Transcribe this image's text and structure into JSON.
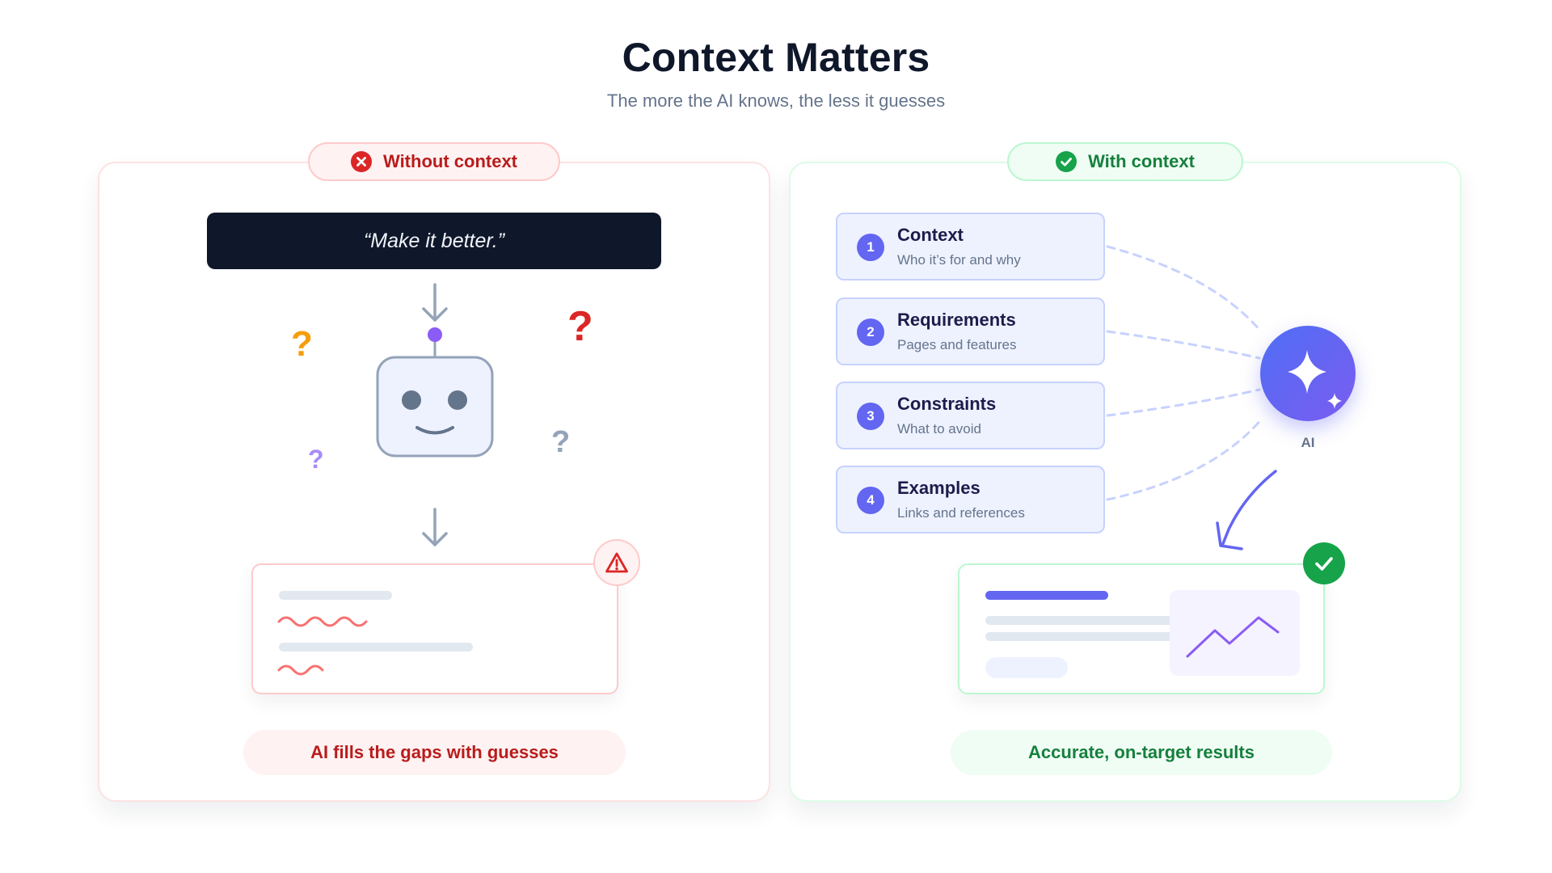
{
  "header": {
    "title": "Context Matters",
    "subtitle": "The more the AI knows, the less it guesses"
  },
  "left_panel": {
    "label": "Without context",
    "prompt": "“Make it better.”",
    "caption": "AI fills the gaps with guesses",
    "question_marks": [
      "?",
      "?",
      "?",
      "?"
    ]
  },
  "right_panel": {
    "label": "With context",
    "steps": [
      {
        "number": "1",
        "title": "Context",
        "subtitle": "Who it’s for and why"
      },
      {
        "number": "2",
        "title": "Requirements",
        "subtitle": "Pages and features"
      },
      {
        "number": "3",
        "title": "Constraints",
        "subtitle": "What to avoid"
      },
      {
        "number": "4",
        "title": "Examples",
        "subtitle": "Links and references"
      }
    ],
    "ai_label": "AI",
    "caption": "Accurate, on-target results"
  },
  "colors": {
    "bad": "#b91c1c",
    "good": "#15803d",
    "accent": "#6366f1",
    "dark": "#0f172a"
  },
  "icons": {
    "bad_label": "x-circle-icon",
    "good_label": "check-circle-icon",
    "robot": "robot-icon",
    "warning": "warning-triangle-icon",
    "ai": "sparkle-icon",
    "success": "checkmark-icon",
    "trend": "line-chart-icon"
  }
}
